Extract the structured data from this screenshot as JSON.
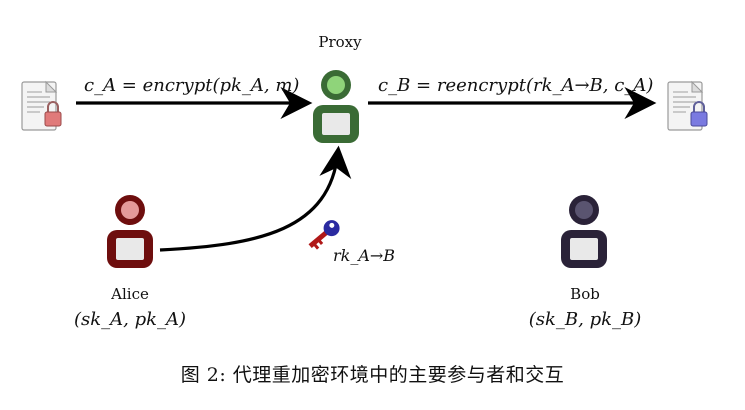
{
  "nodes": {
    "proxy": {
      "label": "Proxy",
      "color": "#3a6b35",
      "head": "#8fd47a"
    },
    "alice": {
      "label": "Alice",
      "keys": "(sk_A, pk_A)",
      "color": "#6e0e0e",
      "head": "#e49a9a"
    },
    "bob": {
      "label": "Bob",
      "keys": "(sk_B, pk_B)",
      "color": "#2a2238",
      "head": "#5a5470"
    }
  },
  "edges": {
    "alice_to_proxy": "c_A = encrypt(pk_A, m)",
    "proxy_to_bob": "c_B = reencrypt(rk_A→B, c_A)",
    "rekey": "rk_A→B"
  },
  "documents": {
    "left_lock_color": "#e07a7a",
    "right_lock_color": "#7a7ae0"
  },
  "caption": "图 2: 代理重加密环境中的主要参与者和交互"
}
